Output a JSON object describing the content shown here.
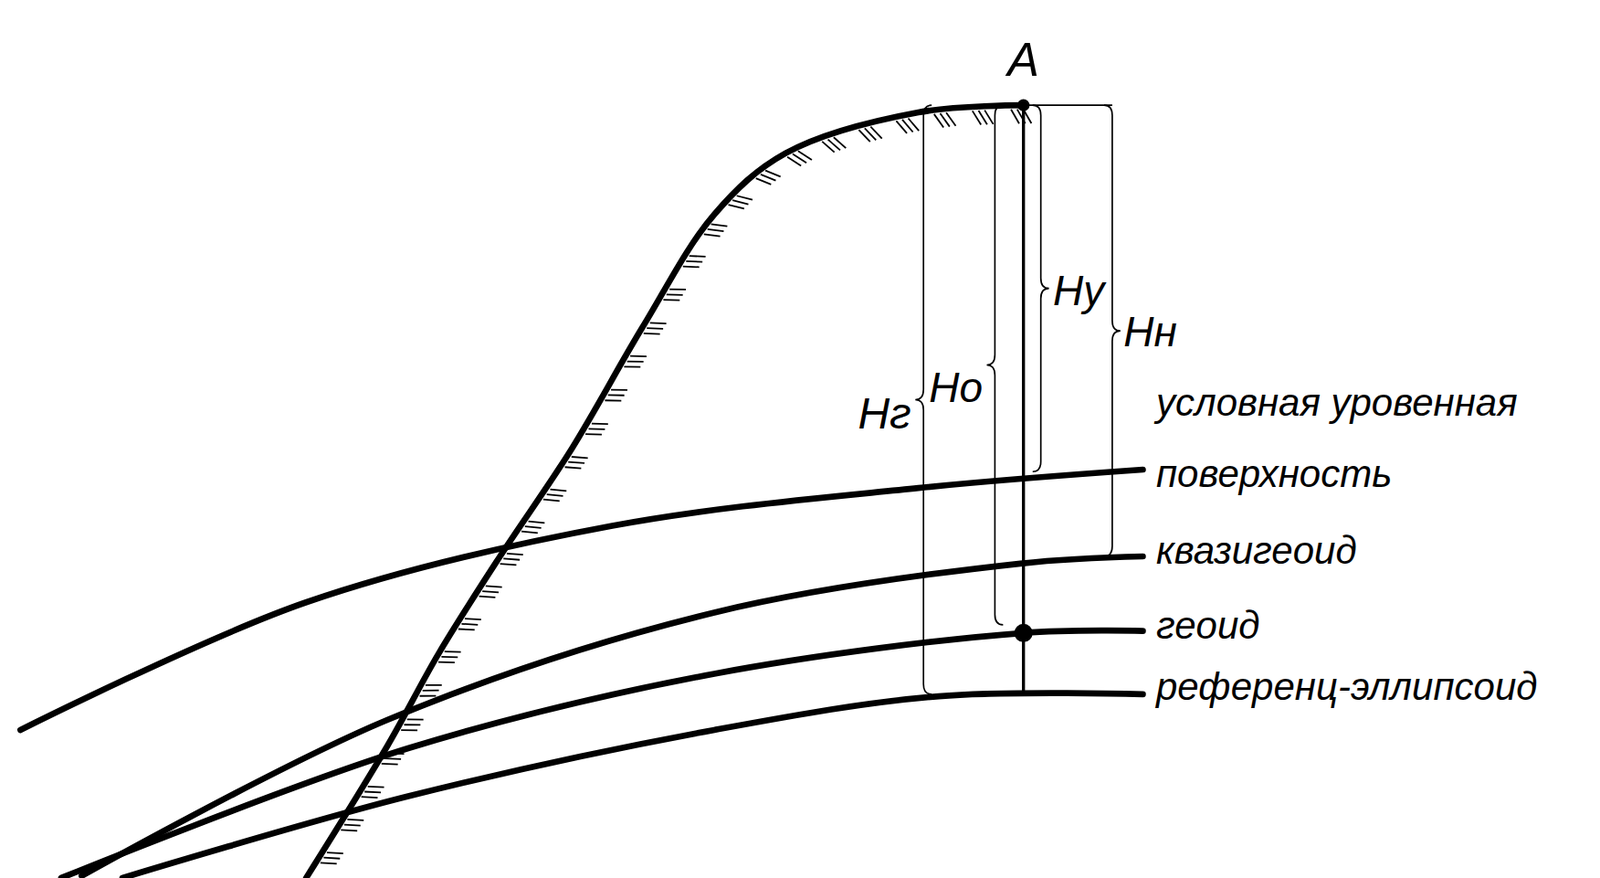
{
  "diagram": {
    "labels": [
      "A",
      "Hг",
      "Hо",
      "Hу",
      "Hн",
      "условная уровенная поверхность",
      "квазигеоид",
      "геоид",
      "референц-эллипсоид"
    ]
  }
}
